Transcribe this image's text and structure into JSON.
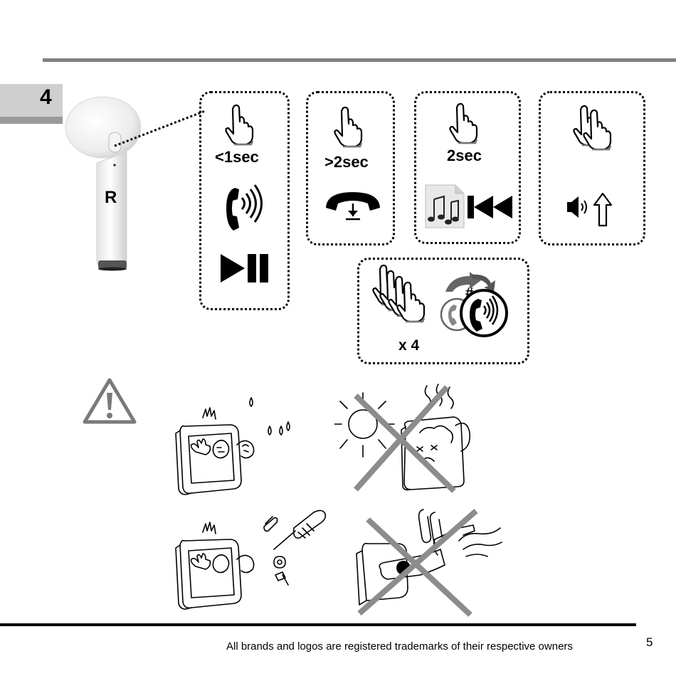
{
  "section": {
    "number": "4"
  },
  "earbud": {
    "side_label": "R"
  },
  "actions": [
    {
      "duration": "<1sec",
      "icons": [
        "single-tap-icon",
        "incoming-call-icon",
        "play-pause-icon"
      ]
    },
    {
      "duration": ">2sec",
      "icons": [
        "single-tap-icon",
        "hang-up-icon"
      ]
    },
    {
      "duration": "2sec",
      "icons": [
        "single-tap-icon",
        "music-file-icon",
        "previous-track-icon"
      ]
    },
    {
      "duration": "",
      "icons": [
        "double-tap-icon",
        "volume-up-icon"
      ]
    },
    {
      "duration": "x 4",
      "icons": [
        "quadruple-tap-icon",
        "switch-call-icon"
      ]
    }
  ],
  "warnings": {
    "icon": "warning-triangle-icon"
  },
  "footer": {
    "trademark": "All brands and logos are registered trademarks of their respective owners",
    "page_number": "5"
  },
  "colors": {
    "rule": "#808080",
    "tab": "#cfcfcf",
    "cross": "#8c8c8c"
  }
}
